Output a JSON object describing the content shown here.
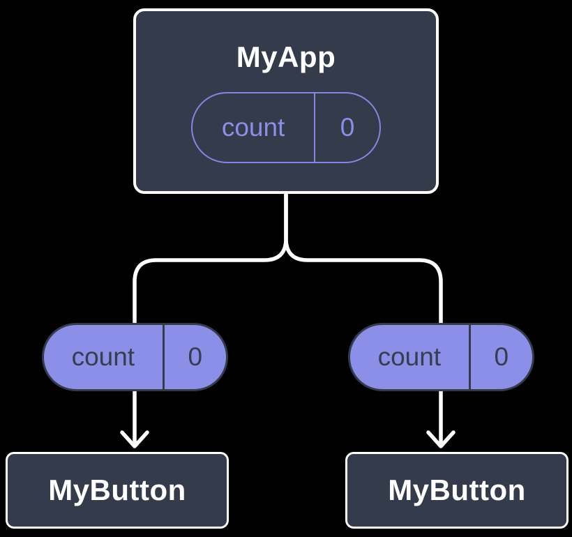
{
  "palette": {
    "background": "#000000",
    "node_fill": "#343B4A",
    "node_border": "#FFFFFF",
    "node_text": "#FFFFFF",
    "pill_solid_fill": "#8B8FE8",
    "pill_outline_stroke": "#8287E6",
    "pill_dark_text": "#363D4C",
    "connector": "#FFFFFF"
  },
  "tree": {
    "root": {
      "label": "MyApp",
      "state": {
        "name": "count",
        "value": "0"
      }
    },
    "children": [
      {
        "label": "MyButton",
        "prop": {
          "name": "count",
          "value": "0"
        }
      },
      {
        "label": "MyButton",
        "prop": {
          "name": "count",
          "value": "0"
        }
      }
    ]
  }
}
